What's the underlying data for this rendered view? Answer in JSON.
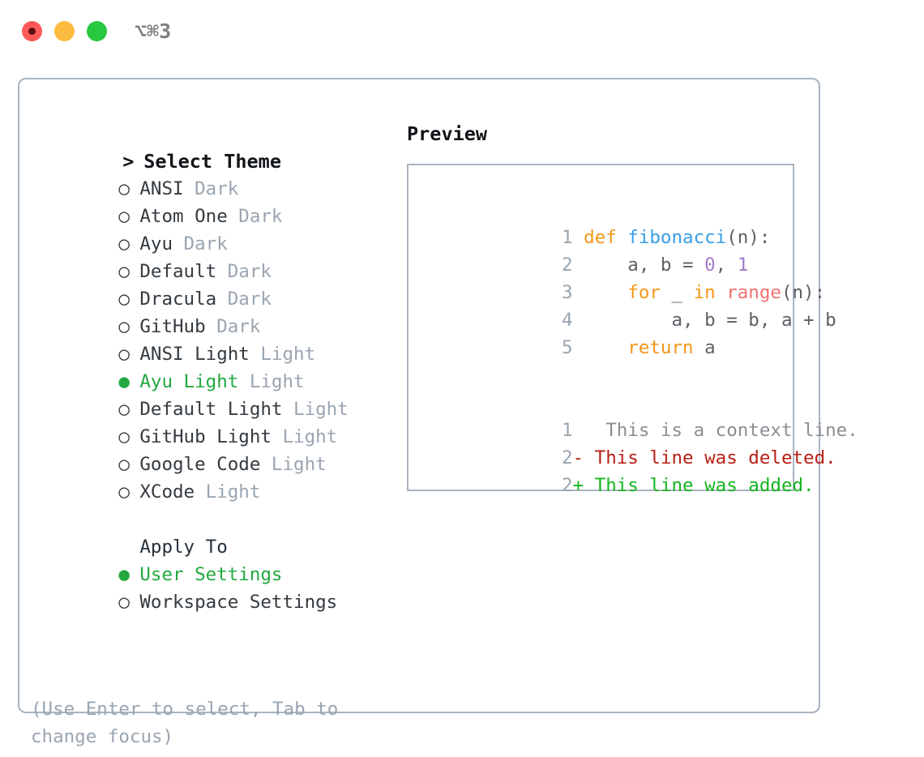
{
  "window": {
    "shortcut": "⌥⌘3",
    "traffic_lights": [
      {
        "name": "close",
        "color": "#fc5b58",
        "active": true
      },
      {
        "name": "minimize",
        "color": "#fcbc3f",
        "active": false
      },
      {
        "name": "maximize",
        "color": "#28c940",
        "active": false
      }
    ]
  },
  "theme_picker": {
    "header": {
      "marker": "> ",
      "label": "Select Theme"
    },
    "items": [
      {
        "marker": "○ ",
        "label": "ANSI",
        "tag": " Dark",
        "selected": false
      },
      {
        "marker": "○ ",
        "label": "Atom One",
        "tag": " Dark",
        "selected": false
      },
      {
        "marker": "○ ",
        "label": "Ayu",
        "tag": " Dark",
        "selected": false
      },
      {
        "marker": "○ ",
        "label": "Default",
        "tag": " Dark",
        "selected": false
      },
      {
        "marker": "○ ",
        "label": "Dracula",
        "tag": " Dark",
        "selected": false
      },
      {
        "marker": "○ ",
        "label": "GitHub",
        "tag": " Dark",
        "selected": false
      },
      {
        "marker": "○ ",
        "label": "ANSI Light",
        "tag": " Light",
        "selected": false
      },
      {
        "marker": "● ",
        "label": "Ayu Light",
        "tag": " Light",
        "selected": true
      },
      {
        "marker": "○ ",
        "label": "Default Light",
        "tag": " Light",
        "selected": false
      },
      {
        "marker": "○ ",
        "label": "GitHub Light",
        "tag": " Light",
        "selected": false
      },
      {
        "marker": "○ ",
        "label": "Google Code",
        "tag": " Light",
        "selected": false
      },
      {
        "marker": "○ ",
        "label": "XCode",
        "tag": " Light",
        "selected": false
      }
    ]
  },
  "apply_to": {
    "label": "Apply To",
    "label_marker": "  ",
    "options": [
      {
        "marker": "● ",
        "label": "User Settings",
        "selected": true
      },
      {
        "marker": "○ ",
        "label": "Workspace Settings",
        "selected": false
      }
    ]
  },
  "help_text": "(Use Enter to select, Tab to change focus)",
  "preview": {
    "title": "Preview",
    "code_lines": [
      {
        "number": "1",
        "tokens": [
          {
            "text": " ",
            "type": "plain"
          },
          {
            "text": "def",
            "type": "kw"
          },
          {
            "text": " ",
            "type": "plain"
          },
          {
            "text": "fibonacci",
            "type": "fn"
          },
          {
            "text": "(n):",
            "type": "punc"
          }
        ]
      },
      {
        "number": "2",
        "tokens": [
          {
            "text": "     a, b = ",
            "type": "plain"
          },
          {
            "text": "0",
            "type": "num"
          },
          {
            "text": ", ",
            "type": "plain"
          },
          {
            "text": "1",
            "type": "num"
          }
        ]
      },
      {
        "number": "3",
        "tokens": [
          {
            "text": "     ",
            "type": "plain"
          },
          {
            "text": "for",
            "type": "kw"
          },
          {
            "text": " _ ",
            "type": "plain"
          },
          {
            "text": "in",
            "type": "kw"
          },
          {
            "text": " ",
            "type": "plain"
          },
          {
            "text": "range",
            "type": "bi"
          },
          {
            "text": "(n):",
            "type": "punc"
          }
        ]
      },
      {
        "number": "4",
        "tokens": [
          {
            "text": "         a, b = b, a + b",
            "type": "plain"
          }
        ]
      },
      {
        "number": "5",
        "tokens": [
          {
            "text": "     ",
            "type": "plain"
          },
          {
            "text": "return",
            "type": "kw"
          },
          {
            "text": " a",
            "type": "plain"
          }
        ]
      }
    ],
    "diff_lines": [
      {
        "number": "1",
        "sign": "  ",
        "text": " This is a context line.",
        "type": "ctx"
      },
      {
        "number": "2",
        "sign": "- ",
        "text": "This line was deleted.",
        "type": "del"
      },
      {
        "number": "2",
        "sign": "+ ",
        "text": "This line was added.",
        "type": "add"
      }
    ]
  },
  "colors": {
    "keyword": "#f29718",
    "function": "#399ee6",
    "number": "#a37acc",
    "builtin": "#f07171",
    "plain": "#5c6166",
    "selected_green": "#23a83f",
    "tag_gray": "#9aa5b1",
    "diff_added": "#15b51f",
    "diff_deleted": "#b81f15",
    "diff_context": "#8a8f94",
    "border": "#aab4c0"
  }
}
